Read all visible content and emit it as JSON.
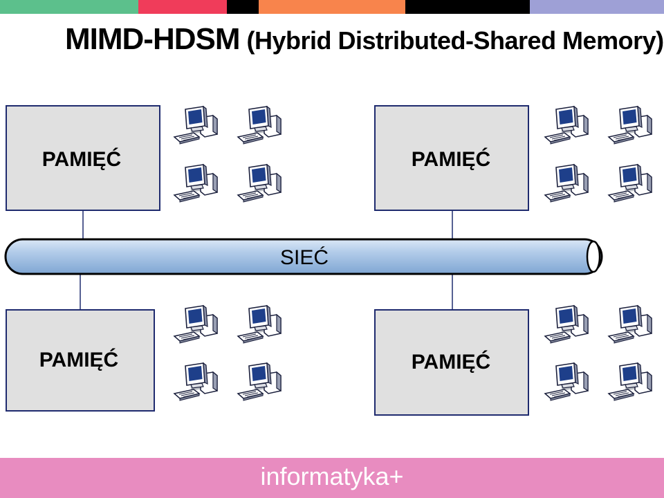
{
  "slide": {
    "title_main": "MIMD-HDSM",
    "title_sub": "(Hybrid Distributed-Shared Memory)",
    "top_bar_colors": [
      "#5cc08c",
      "#f03c5a",
      "#000000",
      "#f8844c",
      "#000000",
      "#9ea0d6"
    ]
  },
  "diagram": {
    "memory_label": "PAMIĘĆ",
    "network_label": "SIEĆ",
    "nodes": [
      {
        "memory_label": "PAMIĘĆ",
        "computers": [
          "computer-icon",
          "computer-icon",
          "computer-icon",
          "computer-icon"
        ]
      },
      {
        "memory_label": "PAMIĘĆ",
        "computers": [
          "computer-icon",
          "computer-icon",
          "computer-icon",
          "computer-icon"
        ]
      },
      {
        "memory_label": "PAMIĘĆ",
        "computers": [
          "computer-icon",
          "computer-icon",
          "computer-icon",
          "computer-icon"
        ]
      },
      {
        "memory_label": "PAMIĘĆ",
        "computers": [
          "computer-icon",
          "computer-icon",
          "computer-icon",
          "computer-icon"
        ]
      }
    ],
    "colors": {
      "memory_fill": "#e0e0e0",
      "memory_border": "#1e2a6e",
      "network_fill": "#a8c6e8",
      "line_color": "#1e2a6e"
    }
  },
  "footer": {
    "text": "informatyka+",
    "color": "#e88cc0"
  }
}
